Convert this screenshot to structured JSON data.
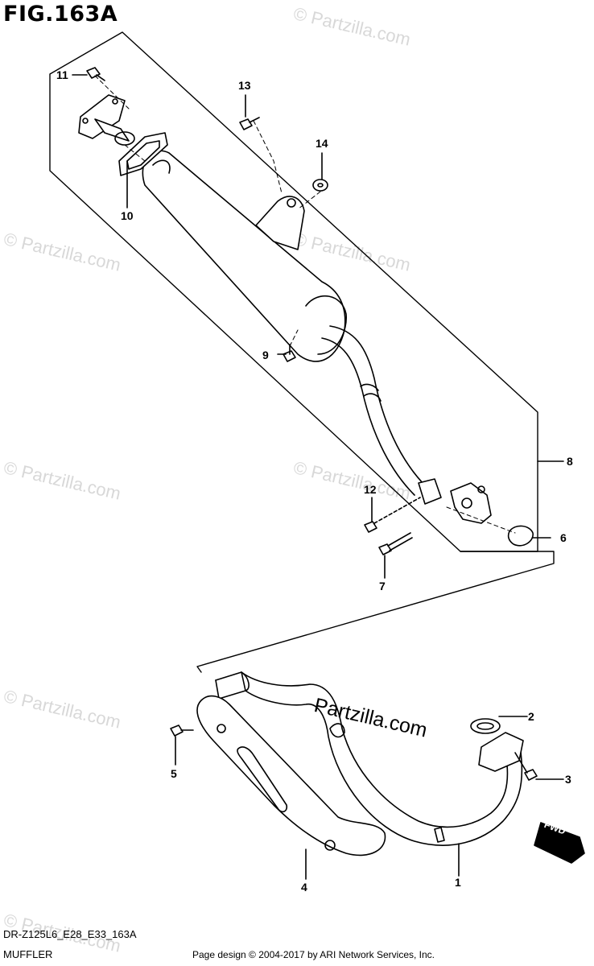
{
  "figure": {
    "title": "FIG.163A"
  },
  "watermark": {
    "text": "© Partzilla.com",
    "main_text": "Partzilla.com"
  },
  "callouts": {
    "c1": "1",
    "c2": "2",
    "c3": "3",
    "c4": "4",
    "c5": "5",
    "c6": "6",
    "c7": "7",
    "c8": "8",
    "c9": "9",
    "c10": "10",
    "c11": "11",
    "c12": "12",
    "c13": "13",
    "c14": "14"
  },
  "badge": {
    "fwd": "FWD"
  },
  "footer": {
    "model_code": "DR-Z125L6_E28_E33_163A",
    "diagram_name": "MUFFLER",
    "credit": "Page design © 2004-2017 by ARI Network Services, Inc."
  }
}
